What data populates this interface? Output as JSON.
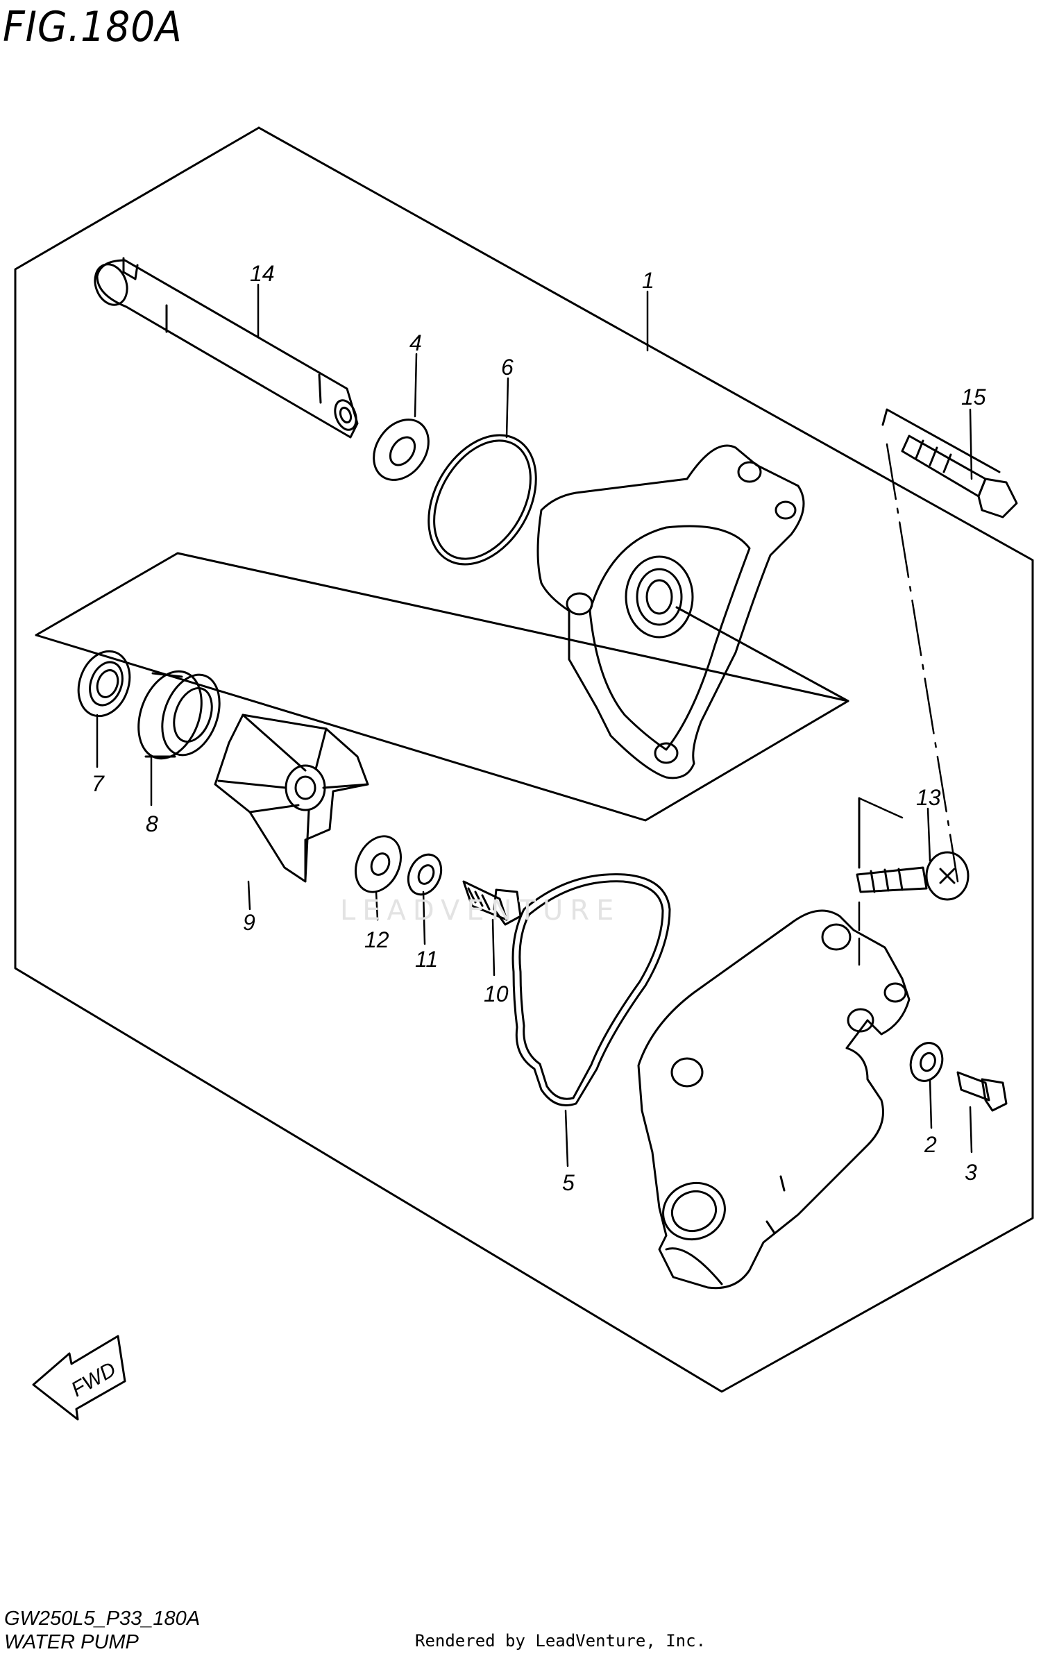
{
  "figure_title": "FIG.180A",
  "diagram_code": "GW250L5_P33_180A",
  "diagram_name": "WATER PUMP",
  "credit": "Rendered by LeadVenture, Inc.",
  "watermark": "LEADVENTURE",
  "fwd_label": "FWD",
  "callouts": [
    {
      "id": "p1",
      "label": "1"
    },
    {
      "id": "p2",
      "label": "2"
    },
    {
      "id": "p3",
      "label": "3"
    },
    {
      "id": "p4",
      "label": "4"
    },
    {
      "id": "p5",
      "label": "5"
    },
    {
      "id": "p6",
      "label": "6"
    },
    {
      "id": "p7",
      "label": "7"
    },
    {
      "id": "p8",
      "label": "8"
    },
    {
      "id": "p9",
      "label": "9"
    },
    {
      "id": "p10",
      "label": "10"
    },
    {
      "id": "p11",
      "label": "11"
    },
    {
      "id": "p12",
      "label": "12"
    },
    {
      "id": "p13",
      "label": "13"
    },
    {
      "id": "p14",
      "label": "14"
    },
    {
      "id": "p15",
      "label": "15"
    }
  ]
}
